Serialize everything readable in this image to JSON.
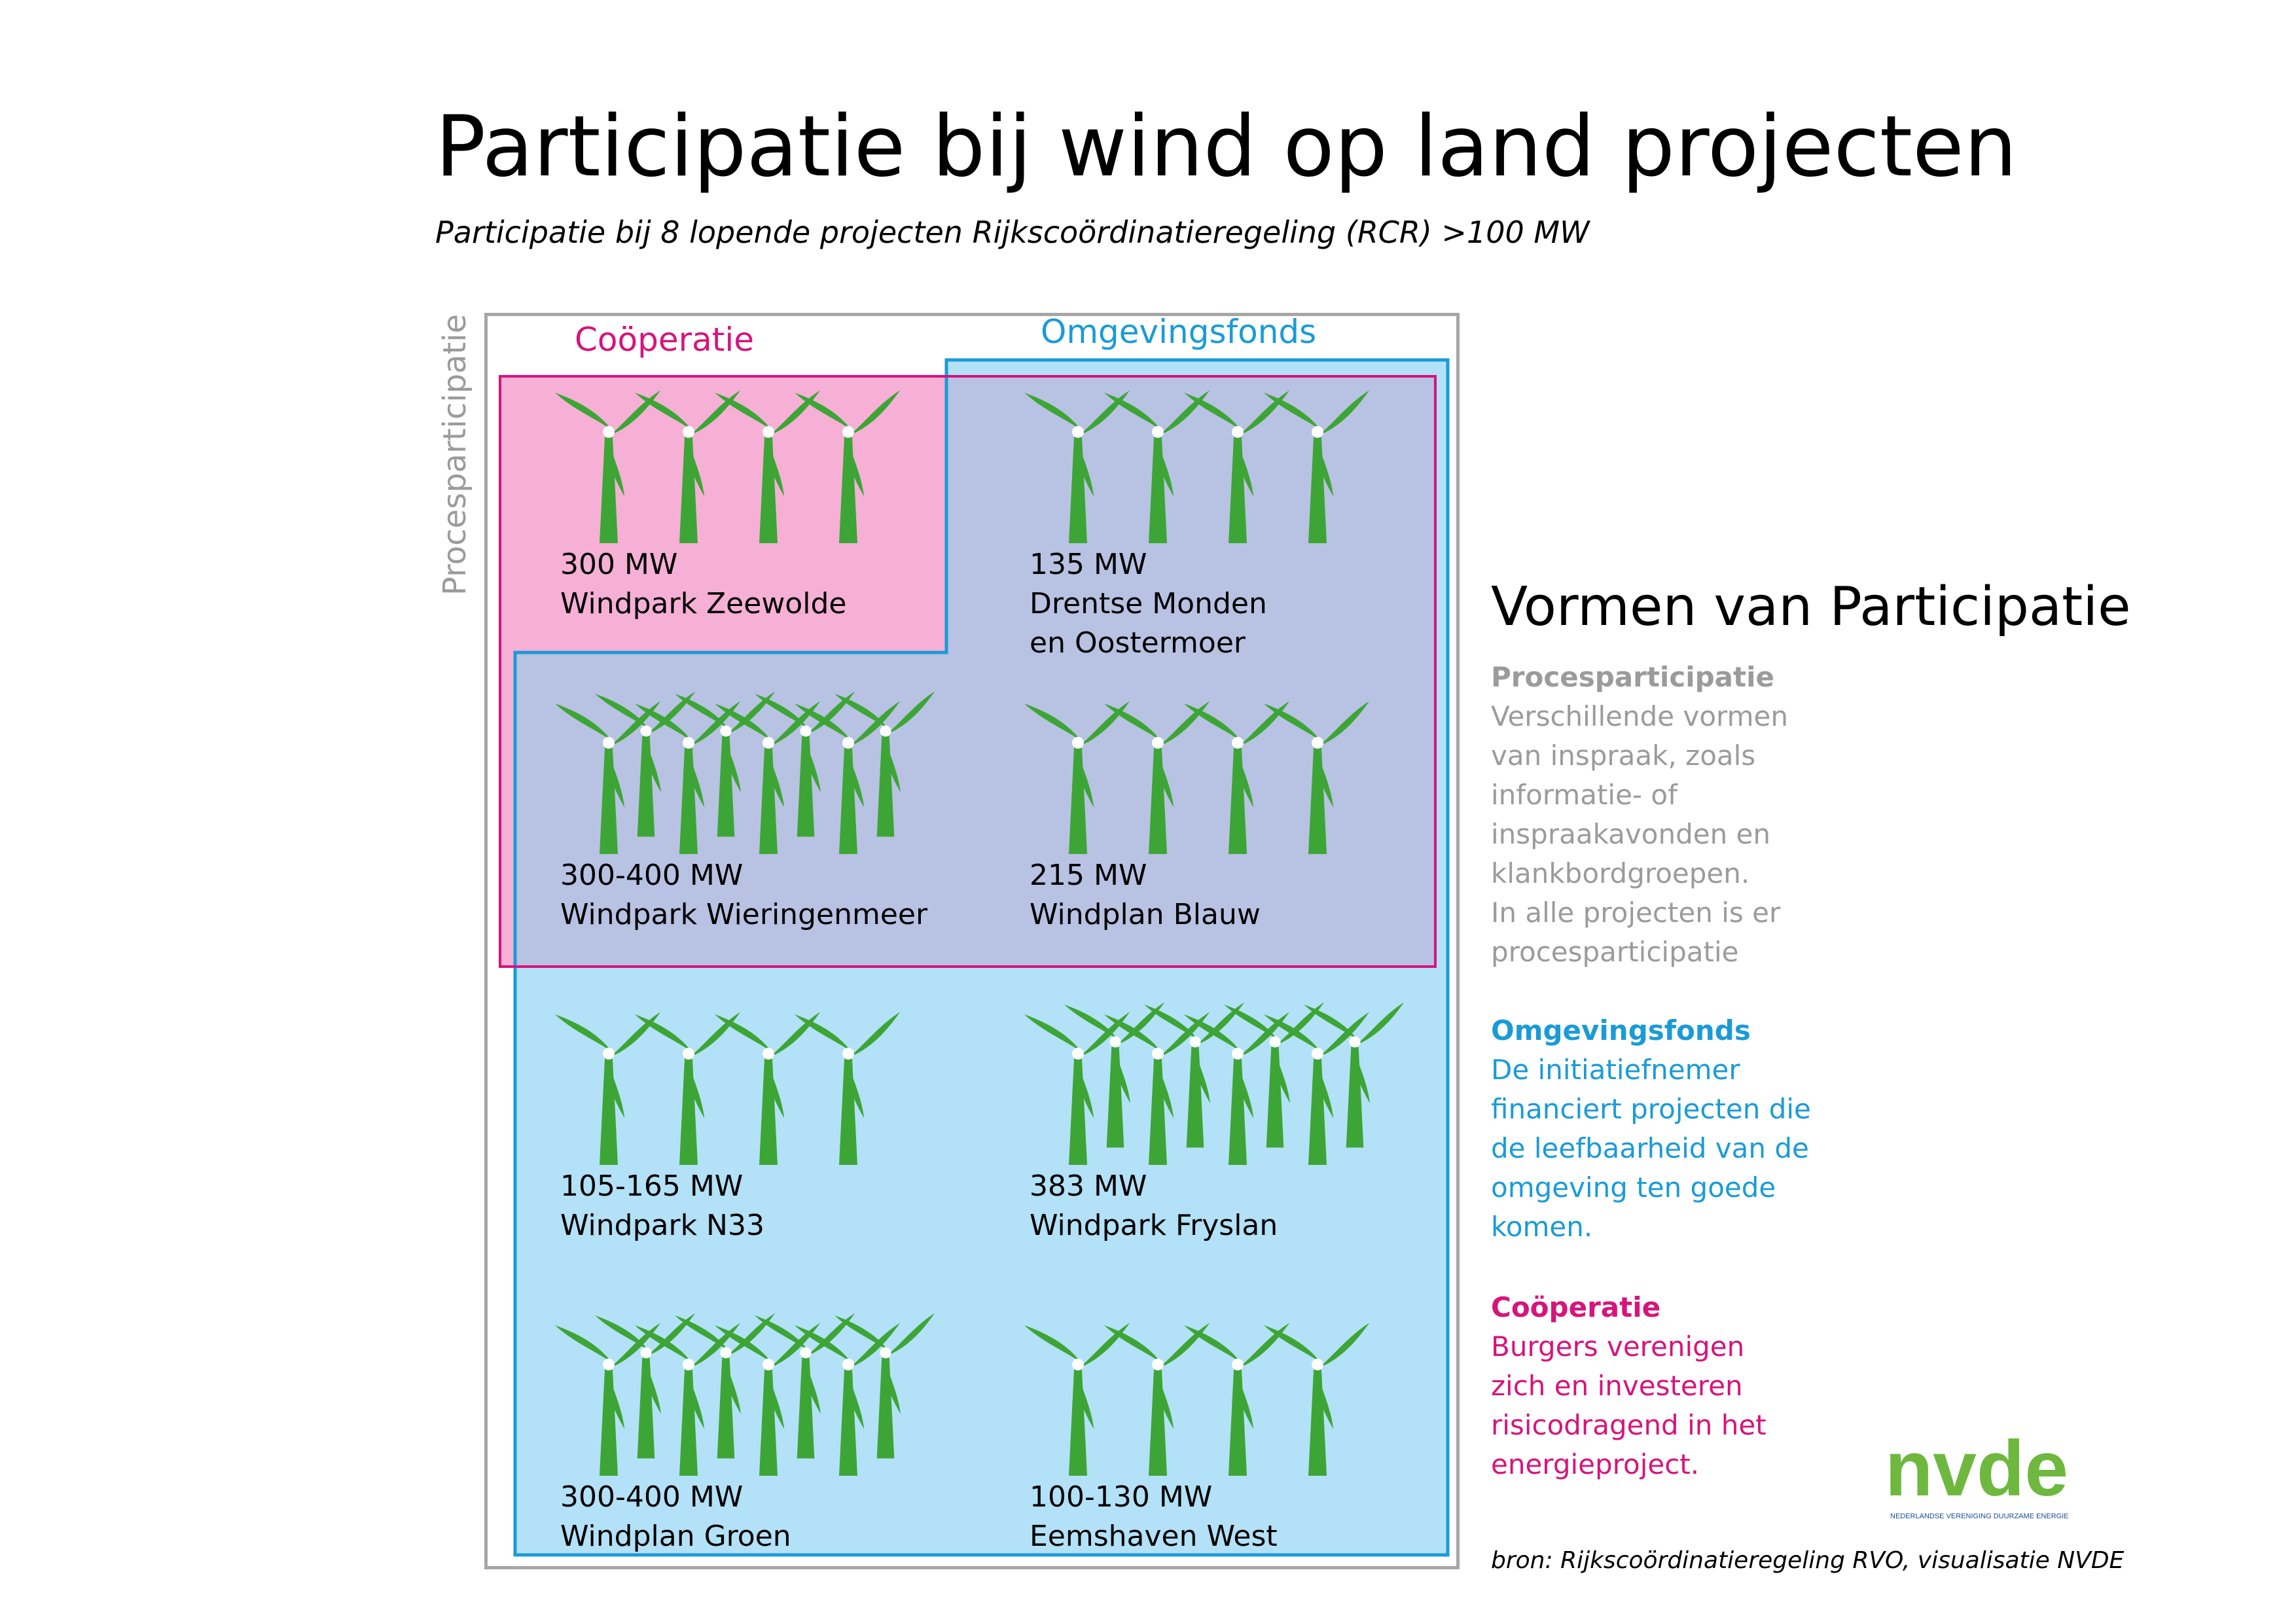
{
  "title": "Participatie bij wind op land projecten",
  "subtitle": "Participatie bij 8 lopende projecten Rijkscoördinatieregeling (RCR) >100 MW",
  "axis_label": "Procesparticipatie",
  "region_labels": {
    "cooperatie": "Coöperatie",
    "omgevingsfonds": "Omgevingsfonds"
  },
  "colors": {
    "cooperatie": "#d6147c",
    "cooperatie_fill": "#f6b0d6",
    "omgevingsfonds": "#1a9bd7",
    "omgevingsfonds_fill": "#b3e1f7",
    "overlap_fill": "#b8c2e2",
    "process": "#9b9b9b",
    "turbine": "#3da535"
  },
  "projects": [
    {
      "mw": "300 MW",
      "name": "Windpark Zeewolde",
      "name2": "",
      "turbine_rows": 1
    },
    {
      "mw": "135 MW",
      "name": "Drentse Monden",
      "name2": "en Oostermoer",
      "turbine_rows": 1
    },
    {
      "mw": "300-400 MW",
      "name": "Windpark Wieringenmeer",
      "name2": "",
      "turbine_rows": 2
    },
    {
      "mw": "215 MW",
      "name": "Windplan Blauw",
      "name2": "",
      "turbine_rows": 1
    },
    {
      "mw": "105-165 MW",
      "name": "Windpark N33",
      "name2": "",
      "turbine_rows": 1
    },
    {
      "mw": "383 MW",
      "name": "Windpark Fryslan",
      "name2": "",
      "turbine_rows": 2
    },
    {
      "mw": "300-400 MW",
      "name": "Windplan Groen",
      "name2": "",
      "turbine_rows": 2
    },
    {
      "mw": "100-130 MW",
      "name": "Eemshaven West",
      "name2": "",
      "turbine_rows": 1
    }
  ],
  "legend": {
    "title": "Vormen van Participatie",
    "process": {
      "heading": "Procesparticipatie",
      "lines": [
        "Verschillende vormen",
        "van inspraak, zoals",
        "informatie- of",
        "inspraakavonden en",
        "klankbordgroepen.",
        "In alle projecten is er",
        "procesparticipatie"
      ]
    },
    "fund": {
      "heading": "Omgevingsfonds",
      "lines": [
        "De initiatiefnemer",
        "financiert projecten die",
        "de leefbaarheid van de",
        "omgeving ten goede",
        "komen."
      ]
    },
    "coop": {
      "heading": "Coöperatie",
      "lines": [
        "Burgers verenigen",
        "zich en investeren",
        "risicodragend in het",
        "energieproject."
      ]
    }
  },
  "source": "bron: Rijkscoördinatieregeling RVO, visualisatie NVDE",
  "logo": {
    "text": "nvde",
    "tagline": "NEDERLANDSE VERENIGING DUURZAME ENERGIE"
  }
}
